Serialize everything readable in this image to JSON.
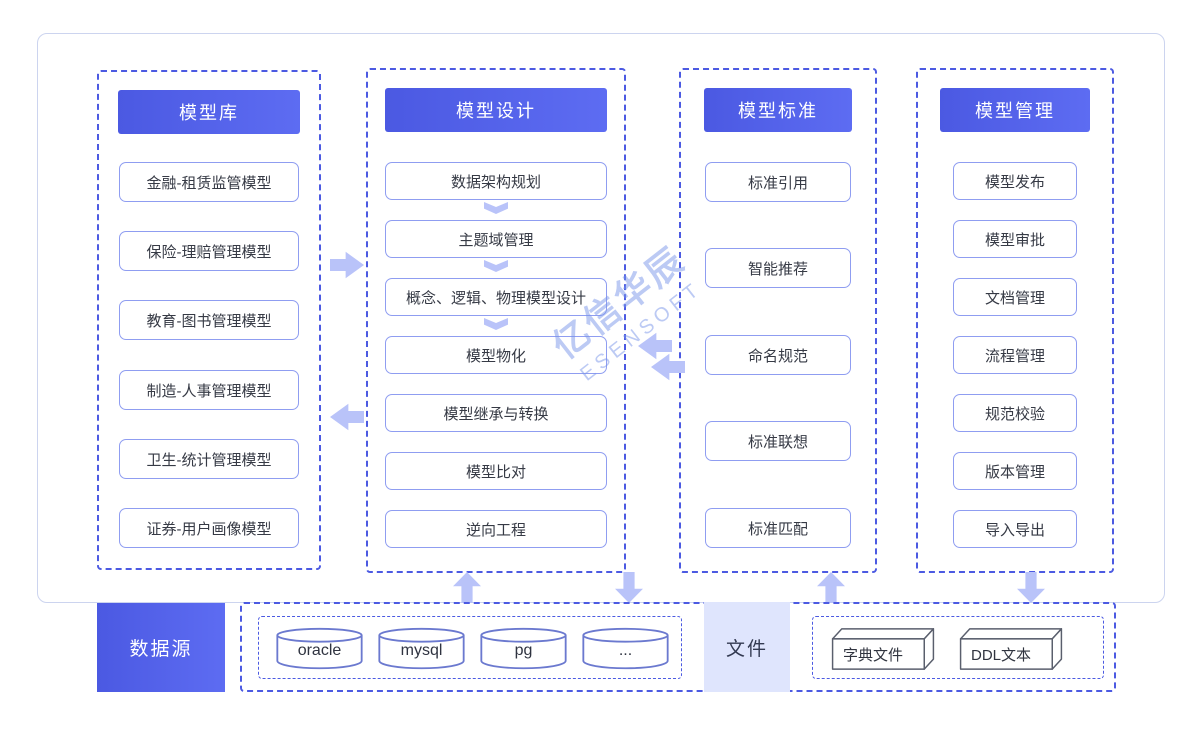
{
  "diagram": {
    "watermark": {
      "cn": "亿信华辰",
      "en": "ESENSOFT"
    },
    "columns": [
      {
        "title": "模型库",
        "items": [
          "金融-租赁监管模型",
          "保险-理赔管理模型",
          "教育-图书管理模型",
          "制造-人事管理模型",
          "卫生-统计管理模型",
          "证券-用户画像模型"
        ]
      },
      {
        "title": "模型设计",
        "items": [
          "数据架构规划",
          "主题域管理",
          "概念、逻辑、物理模型设计",
          "模型物化",
          "模型继承与转换",
          "模型比对",
          "逆向工程"
        ]
      },
      {
        "title": "模型标准",
        "items": [
          "标准引用",
          "智能推荐",
          "命名规范",
          "标准联想",
          "标准匹配"
        ]
      },
      {
        "title": "模型管理",
        "items": [
          "模型发布",
          "模型审批",
          "文档管理",
          "流程管理",
          "规范校验",
          "版本管理",
          "导入导出"
        ]
      }
    ],
    "bottom": {
      "datasource_label": "数据源",
      "databases": [
        "oracle",
        "mysql",
        "pg",
        "..."
      ],
      "file_label": "文件",
      "file_items": [
        "字典文件",
        "DDL文本"
      ]
    },
    "colors": {
      "primary": "#4c5ae2",
      "header_gradient_start": "#4b59e2",
      "header_gradient_end": "#5d6cf2",
      "item_border": "#8f9df1",
      "arrow": "#b9c3f9",
      "file_box_bg": "#dfe5fd",
      "dashed_border": "#4c5ae2"
    }
  }
}
